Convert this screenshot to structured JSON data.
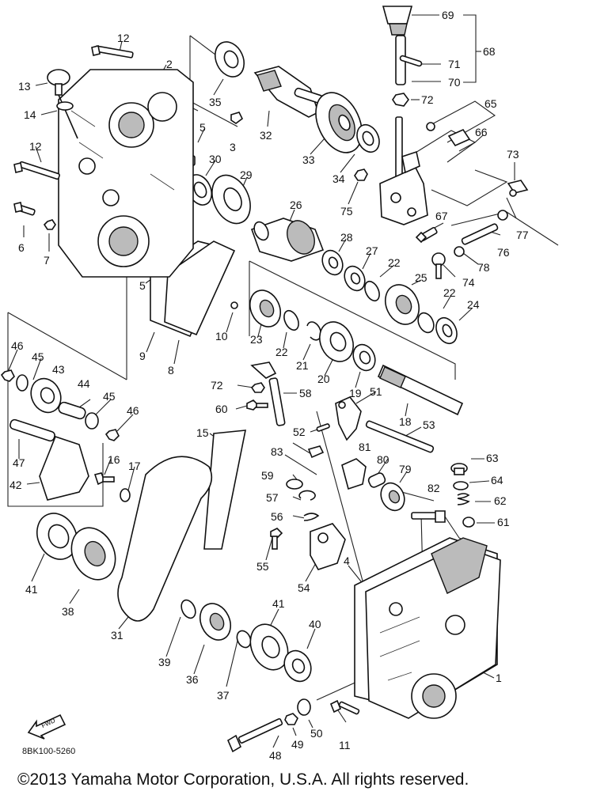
{
  "diagram": {
    "doc_code": "8BK100-5260",
    "copyright": "©2013 Yamaha Motor Corporation, U.S.A. All rights reserved.",
    "fwd_label": "FWD",
    "callouts": [
      "1",
      "2",
      "3",
      "4",
      "5",
      "5",
      "6",
      "7",
      "8",
      "9",
      "10",
      "11",
      "12",
      "12",
      "13",
      "14",
      "15",
      "16",
      "17",
      "18",
      "19",
      "20",
      "21",
      "22",
      "22",
      "22",
      "23",
      "24",
      "25",
      "26",
      "27",
      "28",
      "29",
      "30",
      "31",
      "32",
      "33",
      "34",
      "35",
      "36",
      "37",
      "38",
      "39",
      "40",
      "41",
      "41",
      "42",
      "43",
      "44",
      "45",
      "45",
      "46",
      "46",
      "47",
      "48",
      "49",
      "50",
      "51",
      "52",
      "53",
      "54",
      "55",
      "56",
      "57",
      "58",
      "59",
      "60",
      "61",
      "62",
      "63",
      "64",
      "65",
      "66",
      "67",
      "68",
      "69",
      "70",
      "71",
      "72",
      "72",
      "73",
      "74",
      "75",
      "76",
      "77",
      "78",
      "79",
      "80",
      "81",
      "82",
      "83"
    ]
  }
}
